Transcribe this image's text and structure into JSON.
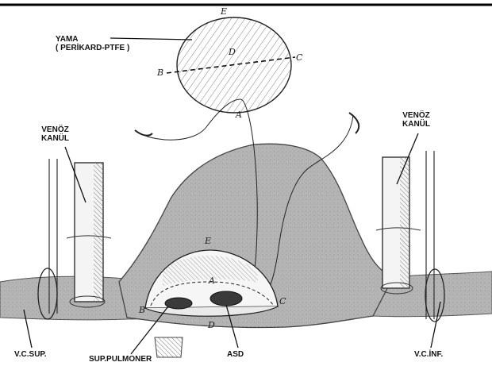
{
  "labels": {
    "patch_line1": "YAMA",
    "patch_line2": "( PERİKARD-PTFE )",
    "venous_left_line1": "VENÖZ",
    "venous_left_line2": "KANÜL",
    "venous_right_line1": "VENÖZ",
    "venous_right_line2": "KANÜL",
    "svc": "V.C.SUP.",
    "ivc": "V.C.İNF.",
    "sup_pulmonary": "SUP.PULMONER",
    "asd": "ASD"
  },
  "points": {
    "patch_top": "E",
    "patch_center": "D",
    "patch_left": "B",
    "patch_right": "C",
    "patch_bottom": "A",
    "defect_top": "E",
    "defect_inner": "A",
    "defect_left": "B",
    "defect_right": "C",
    "defect_bottom": "D"
  }
}
